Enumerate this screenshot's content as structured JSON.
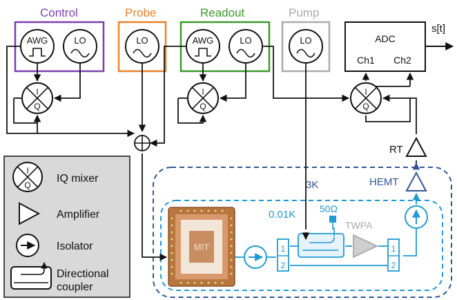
{
  "colors": {
    "control": "#7a3fb0",
    "probe": "#e8802a",
    "readout": "#3a9a2a",
    "pump": "#aaaaaa",
    "black": "#111111",
    "cryo_dark": "#2f5597",
    "cryo_light": "#1f9ad6",
    "legend_bg": "#d9d9d9",
    "chip": "#c9845a"
  },
  "blocks": {
    "control": {
      "title": "Control",
      "awg": "AWG",
      "lo": "LO"
    },
    "probe": {
      "title": "Probe",
      "lo": "LO"
    },
    "readout": {
      "title": "Readout",
      "awg": "AWG",
      "lo": "LO"
    },
    "pump": {
      "title": "Pump",
      "lo": "LO"
    },
    "adc": {
      "title": "ADC",
      "ch1": "Ch1",
      "ch2": "Ch2",
      "output": "s[t]"
    }
  },
  "mixer": {
    "i": "I",
    "q": "Q"
  },
  "stages": {
    "rt": "RT",
    "k3": "3K",
    "k001": "0.01K"
  },
  "components": {
    "hemt": "HEMT",
    "twpa": "TWPA",
    "load": "50Ω",
    "port1": "1",
    "port2": "2",
    "chip_logo": "MIT"
  },
  "legend": {
    "iq_mixer": "IQ mixer",
    "amplifier": "Amplifier",
    "isolator": "Isolator",
    "directional_coupler_line1": "Directional",
    "directional_coupler_line2": "coupler"
  }
}
